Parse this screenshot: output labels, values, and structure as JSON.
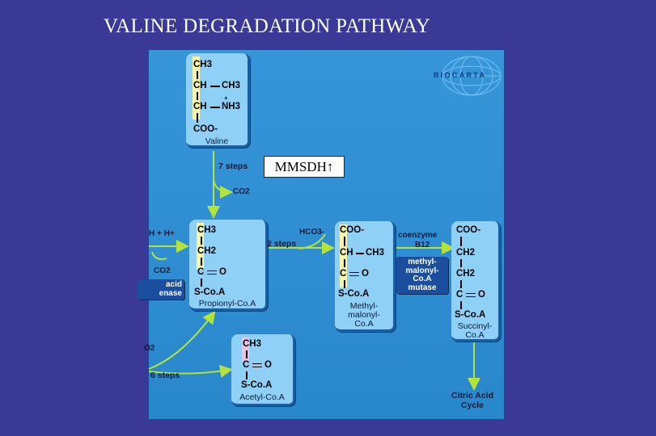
{
  "title": "VALINE  DEGRADATION PATHWAY",
  "logo": {
    "text": "BIOCARTA"
  },
  "annotation": "MMSDH↑",
  "colors": {
    "background": "#3a3996",
    "panel": "#2a8fd6",
    "box": "#8fd0f6",
    "highlight": "#f8f4a8",
    "enzyme": "#1b4e9e",
    "arrow": "#b4e33c"
  },
  "compounds": {
    "valine": {
      "name": "Valine",
      "atoms": [
        "CH3",
        "CH",
        "CH3",
        "CH",
        "NH3",
        "COO-",
        "+"
      ]
    },
    "propionyl": {
      "name": "Propionyl-Co.A",
      "atoms": [
        "CH3",
        "CH2",
        "C",
        "O",
        "S-Co.A"
      ]
    },
    "methylmalonyl": {
      "name_lines": [
        "Methyl-",
        "malonyl-",
        "Co.A"
      ],
      "atoms": [
        "COO-",
        "CH",
        "CH3",
        "C",
        "O",
        "S-Co.A"
      ]
    },
    "succinyl": {
      "name_lines": [
        "Succinyl-",
        "Co.A"
      ],
      "atoms": [
        "COO-",
        "CH2",
        "CH2",
        "C",
        "O",
        "S-Co.A"
      ]
    },
    "acetyl": {
      "name": "Acetyl-Co.A",
      "atoms": [
        "CH3",
        "C",
        "O",
        "S-Co.A"
      ]
    }
  },
  "labels": {
    "seven_steps": "7 steps",
    "co2_top": "CO2",
    "h_plus": "H + H+",
    "co2_left": "CO2",
    "hco3": "HCO3-",
    "two_steps": "2 steps",
    "coenzyme": "coenzyme",
    "b12": "B12",
    "o2": "O2",
    "six_steps": "6 steps",
    "citric_line1": "Citric Acid",
    "citric_line2": "Cycle"
  },
  "enzymes": {
    "left": [
      "acid",
      "enase"
    ],
    "mutase": [
      "methyl-",
      "malonyl-",
      "Co.A",
      "mutase"
    ]
  }
}
